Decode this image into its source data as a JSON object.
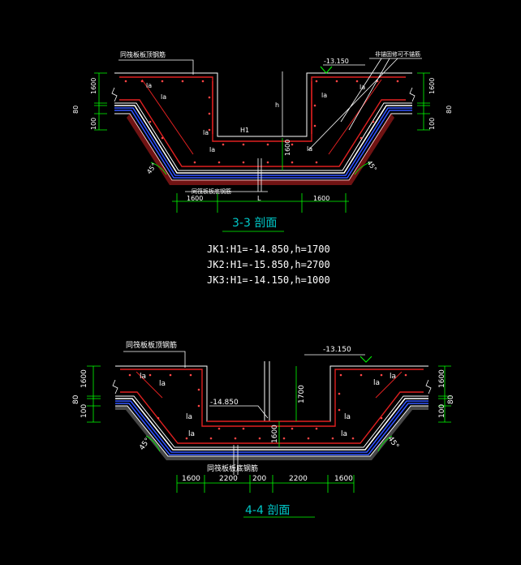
{
  "colors": {
    "background": "#000000",
    "outline": "#ffffff",
    "rebar": "#e02020",
    "waterproof": "#3355ff",
    "dimension": "#00ff00",
    "leader": "#ffffff",
    "title": "#00c8c8",
    "text": "#ffffff"
  },
  "section_3_3": {
    "title": "3-3  剖面",
    "label_top_left": "同筏板板顶钢筋",
    "label_bottom": "同筏板板底钢筋",
    "label_right_note": "非锚固修可不锚筋",
    "elevation_top": "-13.150",
    "h_symbol": "h",
    "h1_label": "H1",
    "la_labels": [
      "la",
      "la",
      "la",
      "la",
      "la",
      "la"
    ],
    "dim_left_vertical": [
      "1600",
      "80",
      "100"
    ],
    "dim_right_vertical": [
      "1600",
      "80",
      "100"
    ],
    "dim_mid_1600": "1600",
    "dim_bottom": [
      "1600",
      "L",
      "1600"
    ],
    "angle_left": "45°",
    "angle_right": "45°",
    "notes": [
      "JK1:H1=-14.850,h=1700",
      "JK2:H1=-15.850,h=2700",
      "JK3:H1=-14.150,h=1000"
    ]
  },
  "section_4_4": {
    "title": "4-4  剖面",
    "label_top_left": "同筏板板顶钢筋",
    "label_bottom": "同筏板板底钢筋",
    "elevation_top": "-13.150",
    "elevation_pit": "-14.850",
    "dim_1700": "1700",
    "dim_mid_1600": "1600",
    "la_labels": [
      "la",
      "la",
      "la",
      "la",
      "la",
      "la"
    ],
    "dim_left_vertical": [
      "1600",
      "80",
      "100"
    ],
    "dim_right_vertical": [
      "1600",
      "80",
      "100"
    ],
    "dim_bottom": [
      "1600",
      "2200",
      "200",
      "2200",
      "1600"
    ],
    "angle_left": "45°",
    "angle_right": "45°"
  }
}
